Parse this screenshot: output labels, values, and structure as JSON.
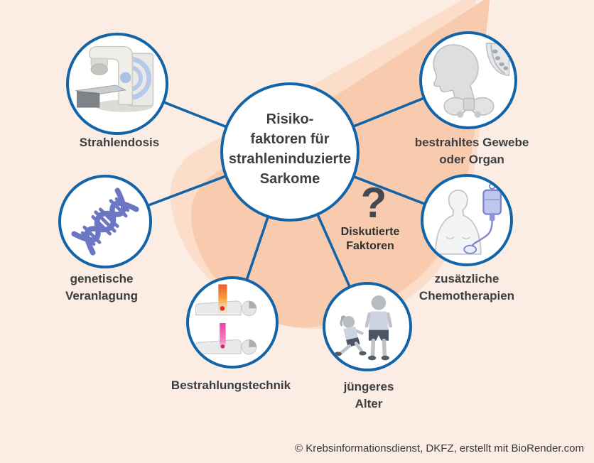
{
  "title": {
    "text": "Risiko-\nfaktoren für\nstrahleninduzierte\nSarkome"
  },
  "nodes": [
    {
      "id": "strahlendosis",
      "label": "Strahlendosis",
      "icon": "linac-radiotherapy-machine-icon"
    },
    {
      "id": "genetische-veranlagung",
      "label": "genetische\nVeranlagung",
      "icon": "dna-helix-icon"
    },
    {
      "id": "bestrahltes-gewebe",
      "label": "bestrahltes Gewebe\noder Organ",
      "icon": "head-breast-pelvis-anatomy-icon"
    },
    {
      "id": "chemotherapien",
      "label": "zusätzliche\nChemotherapien",
      "icon": "iv-chemotherapy-bag-icon"
    },
    {
      "id": "bestrahlungstechnik",
      "label": "Bestrahlungstechnik",
      "icon": "patient-radiation-beams-icon"
    },
    {
      "id": "juengeres-alter",
      "label": "jüngeres\nAlter",
      "icon": "children-icon"
    }
  ],
  "annotation": {
    "question_mark": "?",
    "label": "Diskutierte\nFaktoren"
  },
  "footer": {
    "credit": "© Krebsinformationsdienst, DKFZ, erstellt mit BioRender.com"
  },
  "colors": {
    "background": "#FBEDE3",
    "wedge": "#F9CBAE",
    "wedge_light": "#FBDDC9",
    "accent_blue": "#1264A9",
    "text_dark": "#3B3E42",
    "dna_purple": "#6B77C4",
    "iv_purple": "#7D86CE",
    "beam_orange": "#F0582E",
    "beam_pink": "#F043A8"
  }
}
